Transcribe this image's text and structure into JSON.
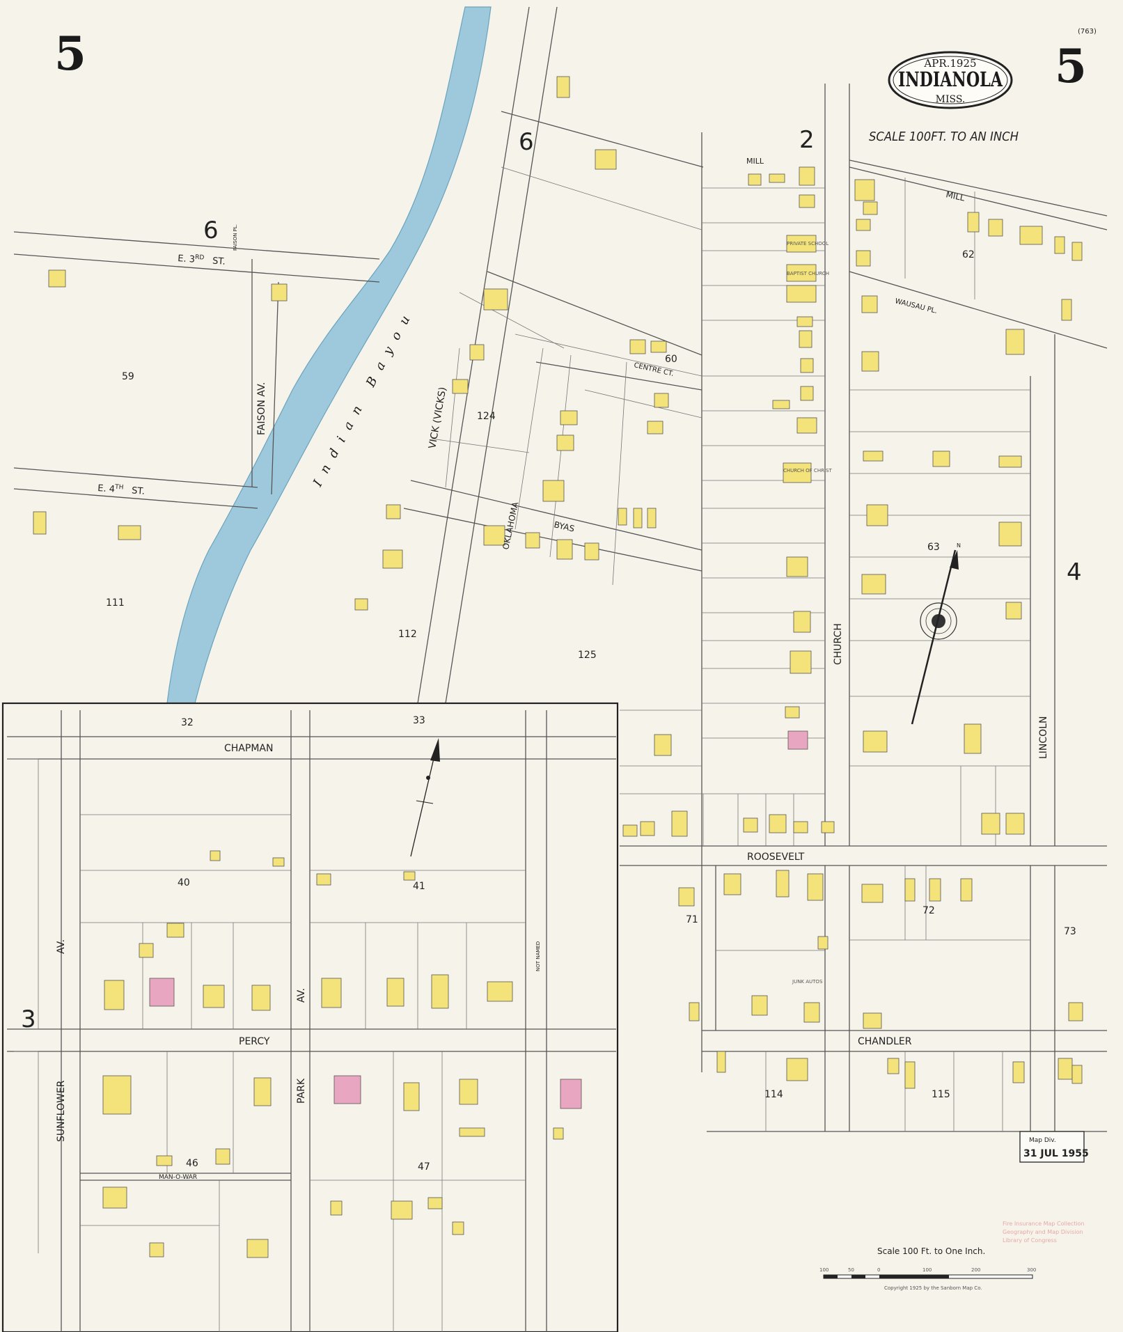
{
  "sheet": {
    "number": "5",
    "corner_code": "(763)"
  },
  "title_cartouche": {
    "date": "APR.1925",
    "city": "INDIANOLA",
    "state": "MISS."
  },
  "scale_note": "SCALE 100FT. TO AN INCH",
  "adjoining_sheets": [
    "6",
    "6",
    "2",
    "4",
    "3"
  ],
  "streets": {
    "e3rd_a": "E. 3",
    "e3rd_b": "RD",
    "e3rd_c": "ST.",
    "e4th_a": "E. 4",
    "e4th_b": "TH",
    "e4th_c": "ST.",
    "faison_pl": "FAISON PL.",
    "faison_av": "FAISON AV.",
    "vick": "VICK (VICKS)",
    "oklahoma": "OKLAHOMA",
    "byas": "BYAS",
    "centre": "CENTRE CT.",
    "mill_a": "MILL",
    "mill_b": "MILL",
    "wausau": "WAUSAU PL.",
    "church": "CHURCH",
    "lincoln": "LINCOLN",
    "roosevelt": "ROOSEVELT",
    "chandler": "CHANDLER",
    "chapman": "CHAPMAN",
    "percy": "PERCY",
    "park": "PARK",
    "park_av": "AV.",
    "sunflower": "SUNFLOWER",
    "sunflower_av": "AV.",
    "man_o_war": "MAN-O-WAR",
    "not_named": "NOT NAMED"
  },
  "water": {
    "name": "Indian Bayou"
  },
  "blocks": {
    "b59": "59",
    "b111": "111",
    "b112": "112",
    "b124": "124",
    "b125": "125",
    "b60": "60",
    "b62": "62",
    "b63": "63",
    "b71": "71",
    "b72": "72",
    "b73": "73",
    "b114": "114",
    "b115": "115",
    "b32": "32",
    "b33": "33",
    "b40": "40",
    "b41": "41",
    "b46": "46",
    "b47": "47"
  },
  "annotations": {
    "private_school": "PRIVATE SCHOOL",
    "baptist_church": "BAPTIST CHURCH",
    "church_of_christ": "CHURCH OF CHRIST",
    "junk_autos": "JUNK AUTOS"
  },
  "stamp": {
    "line1": "Map Div.",
    "line2": "31 JUL 1955"
  },
  "library_note": {
    "line1": "Fire Insurance Map Collection",
    "line2": "Geography and Map Division",
    "line3": "Library of Congress"
  },
  "scale_bar": {
    "title": "Scale 100 Ft. to One Inch.",
    "ticks": [
      "100",
      "50",
      "0",
      "100",
      "200",
      "300"
    ],
    "copyright": "Copyright 1925 by the Sanborn Map Co."
  },
  "colors": {
    "paper": "#f6f3ea",
    "water": "#9ec9dc",
    "frame_building": "#f3e37a",
    "brick_building": "#e9a6c0"
  }
}
